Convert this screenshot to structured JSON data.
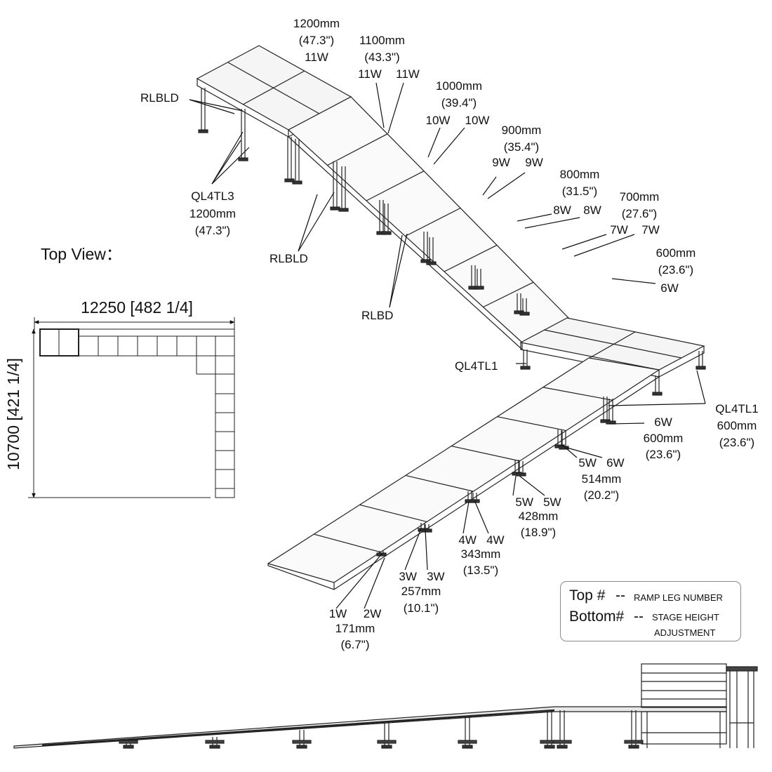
{
  "top_view": {
    "title": "Top View：",
    "width_dim": "12250 [482 1/4]",
    "height_dim": "10700 [421 1/4]"
  },
  "stage_labels": {
    "top_height_mm": "1200mm",
    "top_height_in": "(47.3\")",
    "top_leg": "11W",
    "rlbld_top": "RLBLD",
    "ql4tl3": "QL4TL3",
    "ql4tl3_mm": "1200mm",
    "ql4tl3_in": "(47.3\")",
    "rlbld_mid": "RLBLD",
    "rlbd": "RLBD",
    "ql4tl1_left": "QL4TL1",
    "ql4tl1_right": "QL4TL1",
    "ql4tl1_mm": "600mm",
    "ql4tl1_in": "(23.6\")"
  },
  "upper_ramp_legs": [
    {
      "mm": "1100mm",
      "in": "(43.3\")",
      "legs": [
        "11W",
        "11W"
      ]
    },
    {
      "mm": "1000mm",
      "in": "(39.4\")",
      "legs": [
        "10W",
        "10W"
      ]
    },
    {
      "mm": "900mm",
      "in": "(35.4\")",
      "legs": [
        "9W",
        "9W"
      ]
    },
    {
      "mm": "800mm",
      "in": "(31.5\")",
      "legs": [
        "8W",
        "8W"
      ]
    },
    {
      "mm": "700mm",
      "in": "(27.6\")",
      "legs": [
        "7W",
        "7W"
      ]
    },
    {
      "mm": "600mm",
      "in": "(23.6\")",
      "legs": [
        "6W"
      ]
    }
  ],
  "lower_ramp_legs": [
    {
      "legs": "6W",
      "mm": "600mm",
      "in": "(23.6\")"
    },
    {
      "legs": "5W   6W",
      "mm": "514mm",
      "in": "(20.2\")"
    },
    {
      "legs": "5W   5W",
      "mm": "428mm",
      "in": "(18.9\")"
    },
    {
      "legs": "4W   4W",
      "mm": "343mm",
      "in": "(13.5\")"
    },
    {
      "legs": "3W   3W",
      "mm": "257mm",
      "in": "(10.1\")"
    },
    {
      "legs": "1W     2W",
      "mm": "171mm",
      "in": "(6.7\")"
    }
  ],
  "legend": {
    "top_key": "Top #",
    "top_sep": "--",
    "top_desc": "RAMP LEG NUMBER",
    "bottom_key": "Bottom#",
    "bottom_sep": "--",
    "bottom_desc_1": "STAGE HEIGHT",
    "bottom_desc_2": "ADJUSTMENT"
  }
}
